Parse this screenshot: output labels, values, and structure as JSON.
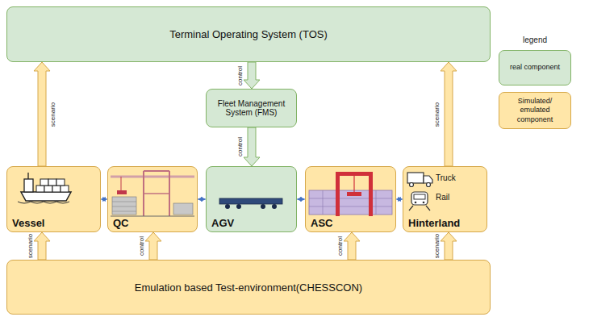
{
  "diagram": {
    "nodes": [
      {
        "text": [
          "Terminal Operating System (TOS)"
        ]
      },
      {
        "text": [
          "Fleet Management System (FMS)"
        ]
      },
      {
        "text": [
          "Vessel"
        ]
      },
      {
        "text": [
          "QC"
        ]
      },
      {
        "text": [
          "AGV"
        ]
      },
      {
        "text": [
          "ASC"
        ]
      },
      {
        "text": [
          "Truck",
          "Rail",
          "Hinterland"
        ]
      },
      {
        "text": [
          "Emulation based Test-environment(CHESSCON)"
        ]
      }
    ],
    "edges": [
      {
        "from": 2,
        "to": 0,
        "arrow": "to",
        "label": "scenario"
      },
      {
        "from": 0,
        "to": 1,
        "arrow": "to",
        "label": "control"
      },
      {
        "from": 1,
        "to": 4,
        "arrow": "to",
        "label": "control"
      },
      {
        "from": 6,
        "to": 0,
        "arrow": "to",
        "label": "scenario"
      },
      {
        "from": 7,
        "to": 2,
        "arrow": "to",
        "label": "scenario"
      },
      {
        "from": 7,
        "to": 3,
        "arrow": "to",
        "label": "control"
      },
      {
        "from": 7,
        "to": 5,
        "arrow": "to",
        "label": "control"
      },
      {
        "from": 7,
        "to": 6,
        "arrow": "to",
        "label": "scenario"
      },
      {
        "from": 2,
        "to": 3,
        "arrow": "both"
      },
      {
        "from": 3,
        "to": 4,
        "arrow": "both"
      },
      {
        "from": 4,
        "to": 5,
        "arrow": "both"
      },
      {
        "from": 5,
        "to": 6,
        "arrow": "both"
      }
    ],
    "labels": [
      "legend"
    ],
    "legend": [
      {
        "text": "real component",
        "color": "#d5e8d4"
      },
      {
        "text": "Simulated/ emulated component",
        "color": "#ffe6a8"
      }
    ]
  }
}
